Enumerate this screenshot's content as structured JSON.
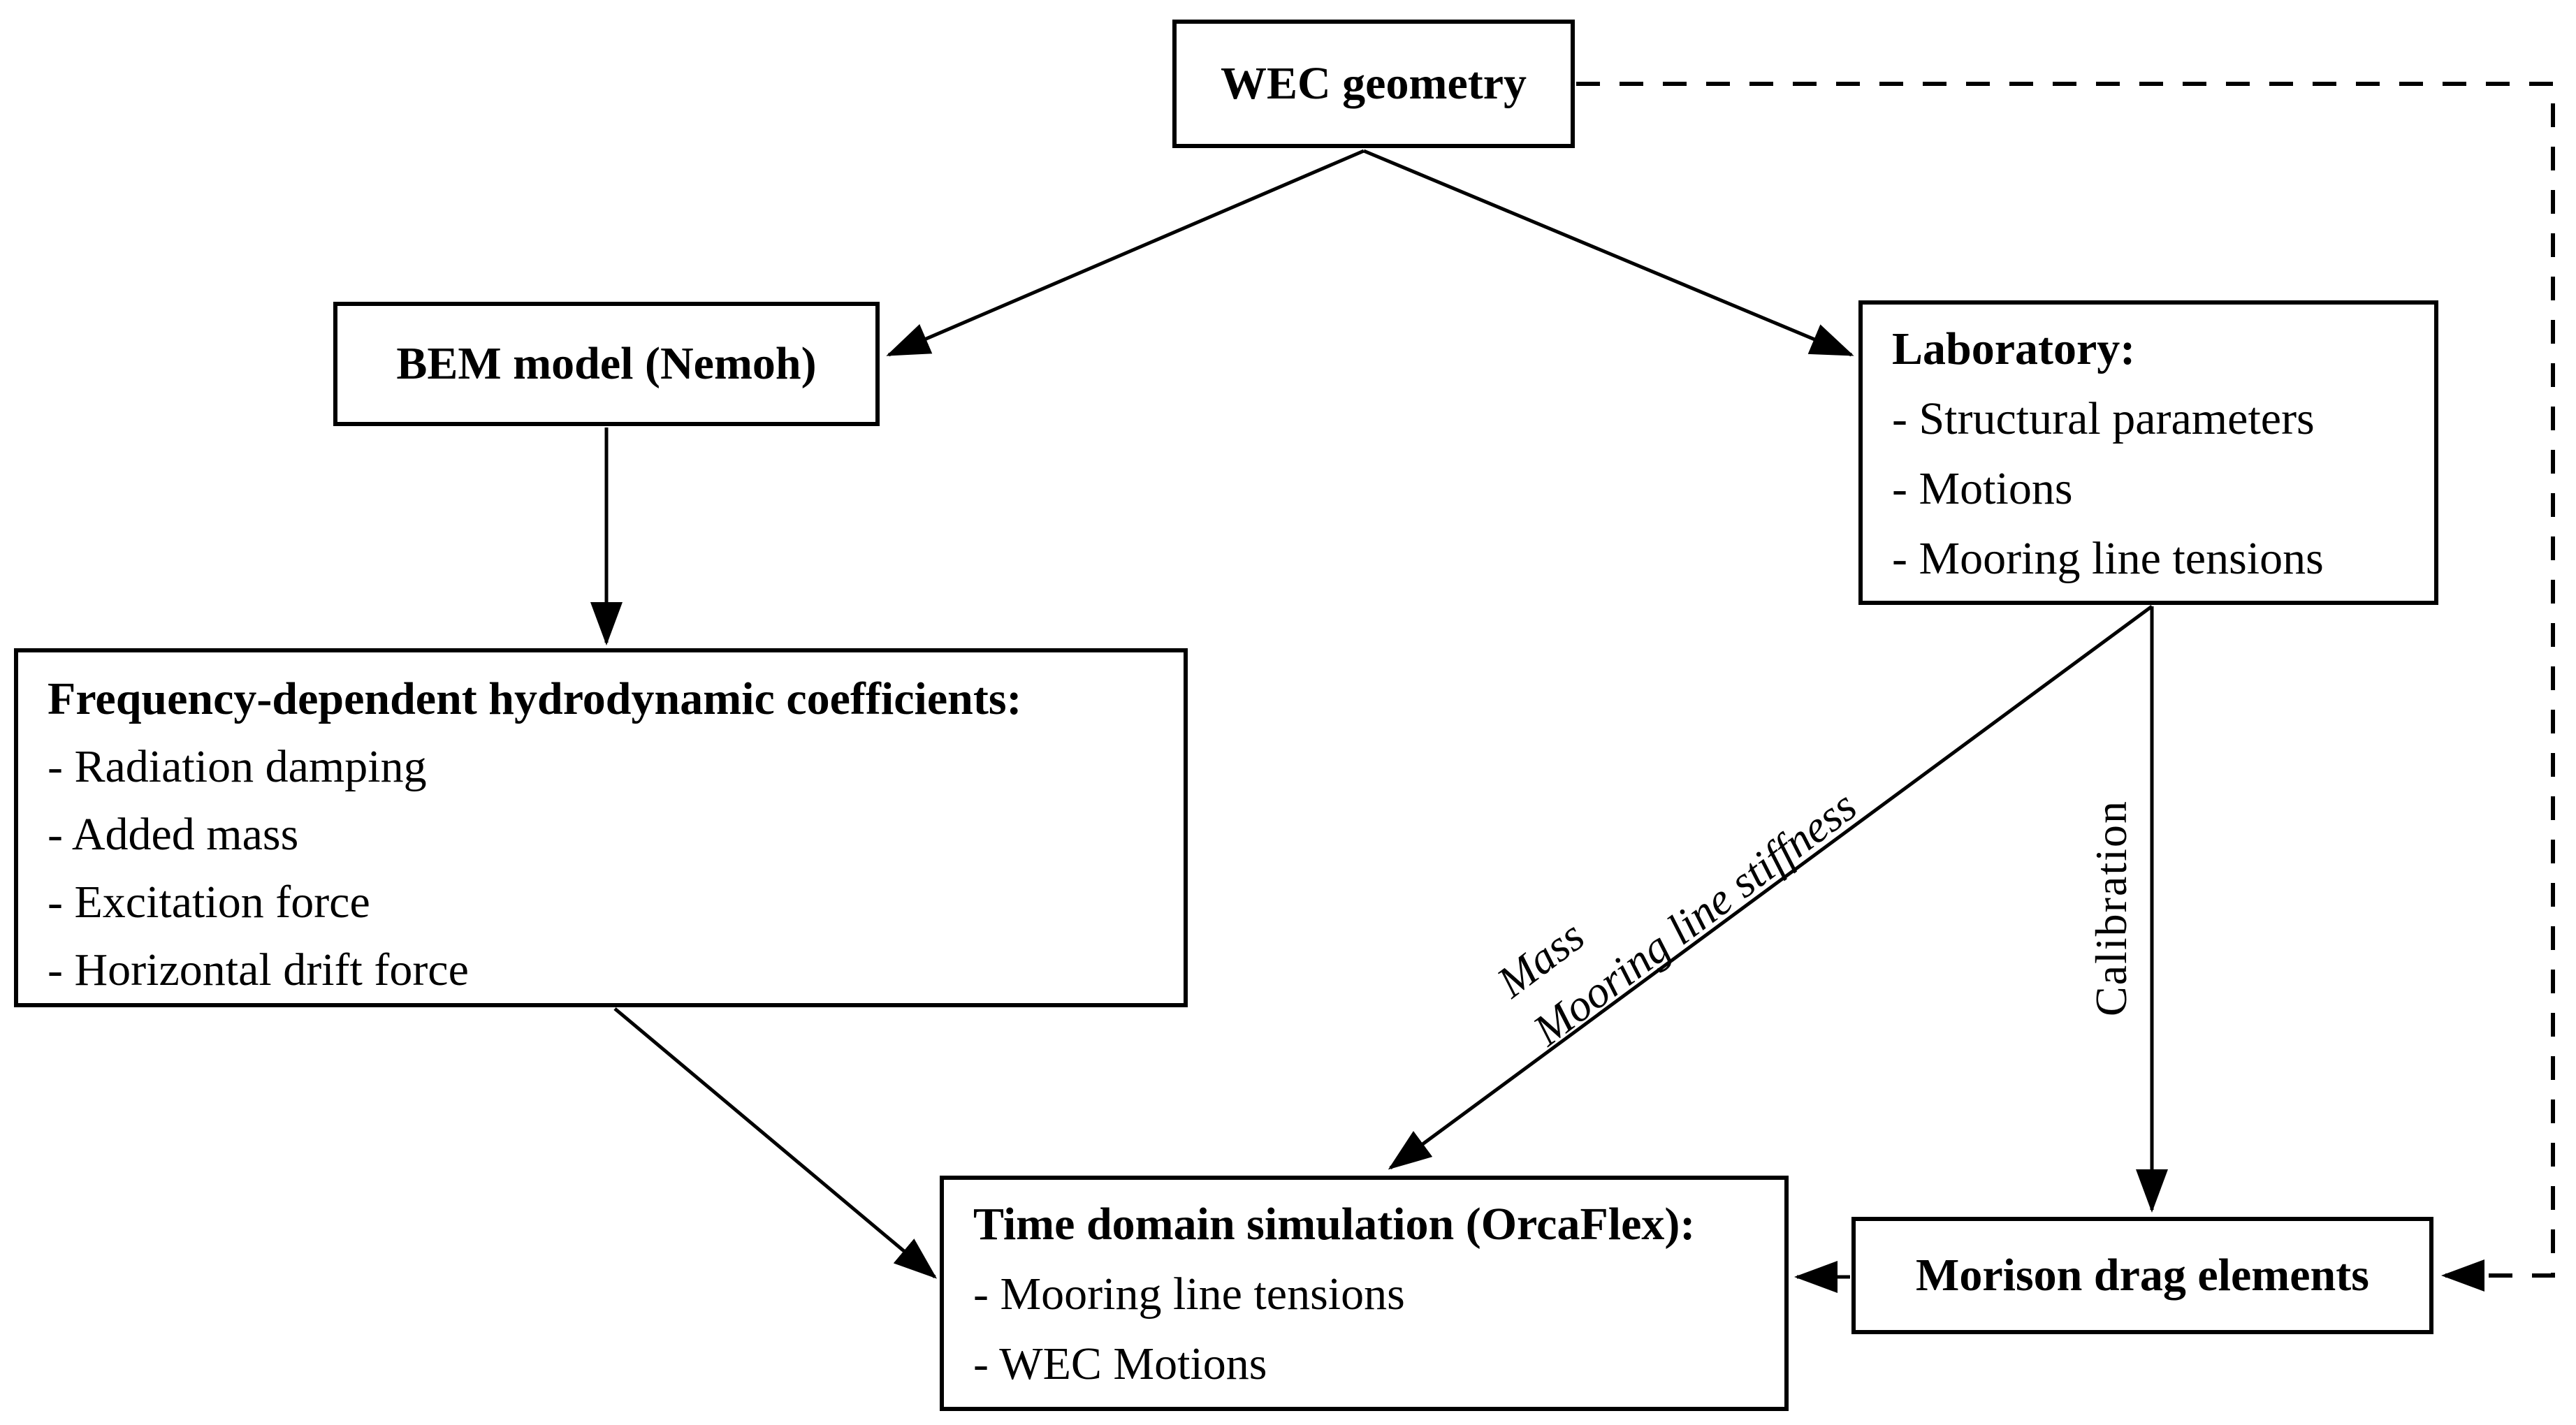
{
  "diagram": {
    "boxes": {
      "wec_geometry": {
        "title": "WEC geometry"
      },
      "bem_model": {
        "title": "BEM model (Nemoh)"
      },
      "laboratory": {
        "title": "Laboratory:",
        "items": [
          "- Structural parameters",
          "- Motions",
          "- Mooring line tensions"
        ]
      },
      "hydro_coefficients": {
        "title": "Frequency-dependent hydrodynamic coefficients:",
        "items": [
          "- Radiation damping",
          "- Added mass",
          "- Excitation force",
          "- Horizontal drift force"
        ]
      },
      "time_domain": {
        "title": "Time domain simulation (OrcaFlex):",
        "items": [
          "- Mooring line tensions",
          "- WEC Motions"
        ]
      },
      "morison": {
        "title": "Morison drag elements"
      }
    },
    "edge_labels": {
      "mass": "Mass",
      "mooring_line_stiffness": "Mooring line stiffness",
      "calibration": "Calibration"
    },
    "colors": {
      "line": "#000000",
      "background": "#ffffff",
      "box_fill": "#ffffff"
    }
  }
}
